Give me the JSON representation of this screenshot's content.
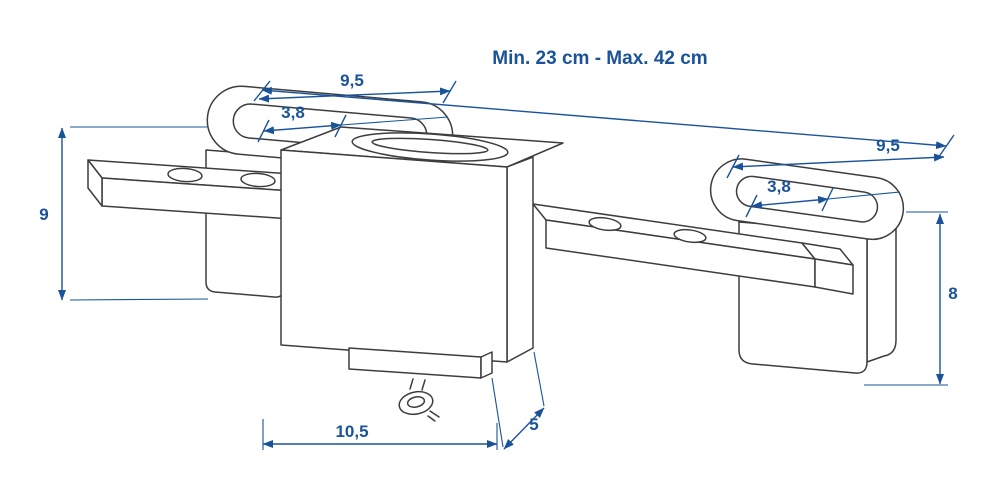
{
  "diagram": {
    "type": "technical-dimension-drawing",
    "product": "telescopic-security-door-lock",
    "labels": {
      "range": "Min. 23 cm - Max. 42 cm",
      "left_bracket_slot_length": "9,5",
      "left_bracket_slot_width": "3,8",
      "left_bracket_height": "9",
      "right_bracket_slot_length": "9,5",
      "right_bracket_slot_width": "3,8",
      "right_bracket_height": "8",
      "lock_body_width": "10,5",
      "lock_body_depth": "5"
    },
    "colors": {
      "dimension": "#1a5399",
      "outline": "#3d3d3d",
      "background": "#ffffff"
    }
  }
}
